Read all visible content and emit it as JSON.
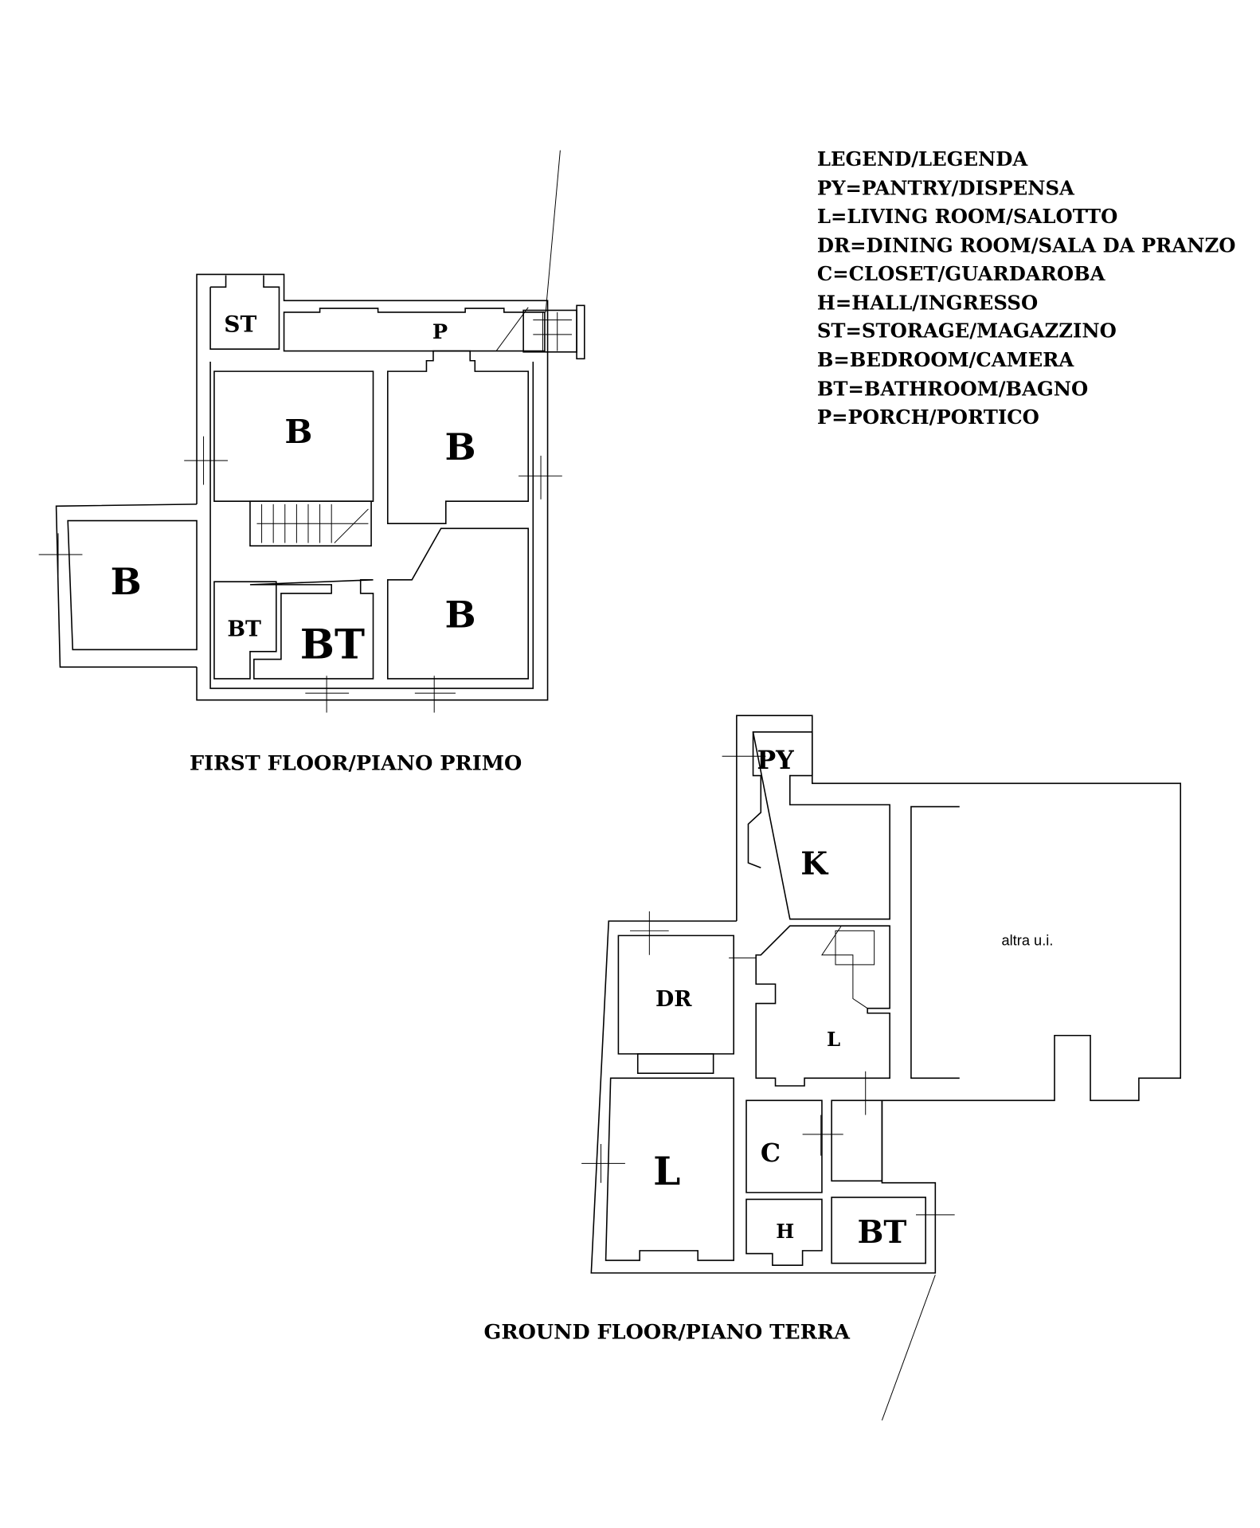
{
  "legend": {
    "title": "LEGEND/LEGENDA",
    "items": [
      "PY=PANTRY/DISPENSA",
      "L=LIVING ROOM/SALOTTO",
      "DR=DINING ROOM/SALA DA PRANZO",
      "C=CLOSET/GUARDAROBA",
      "H=HALL/INGRESSO",
      "ST=STORAGE/MAGAZZINO",
      "B=BEDROOM/CAMERA",
      "BT=BATHROOM/BAGNO",
      "P=PORCH/PORTICO"
    ]
  },
  "first_floor": {
    "title": "FIRST FLOOR/PIANO PRIMO",
    "rooms": [
      "ST",
      "P",
      "B",
      "B",
      "B",
      "BT",
      "BT",
      "B"
    ]
  },
  "ground_floor": {
    "title": "GROUND FLOOR/PIANO TERRA",
    "rooms": [
      "PY",
      "K",
      "DR",
      "L",
      "L",
      "C",
      "H",
      "BT"
    ],
    "other_unit": "altra u.i."
  }
}
